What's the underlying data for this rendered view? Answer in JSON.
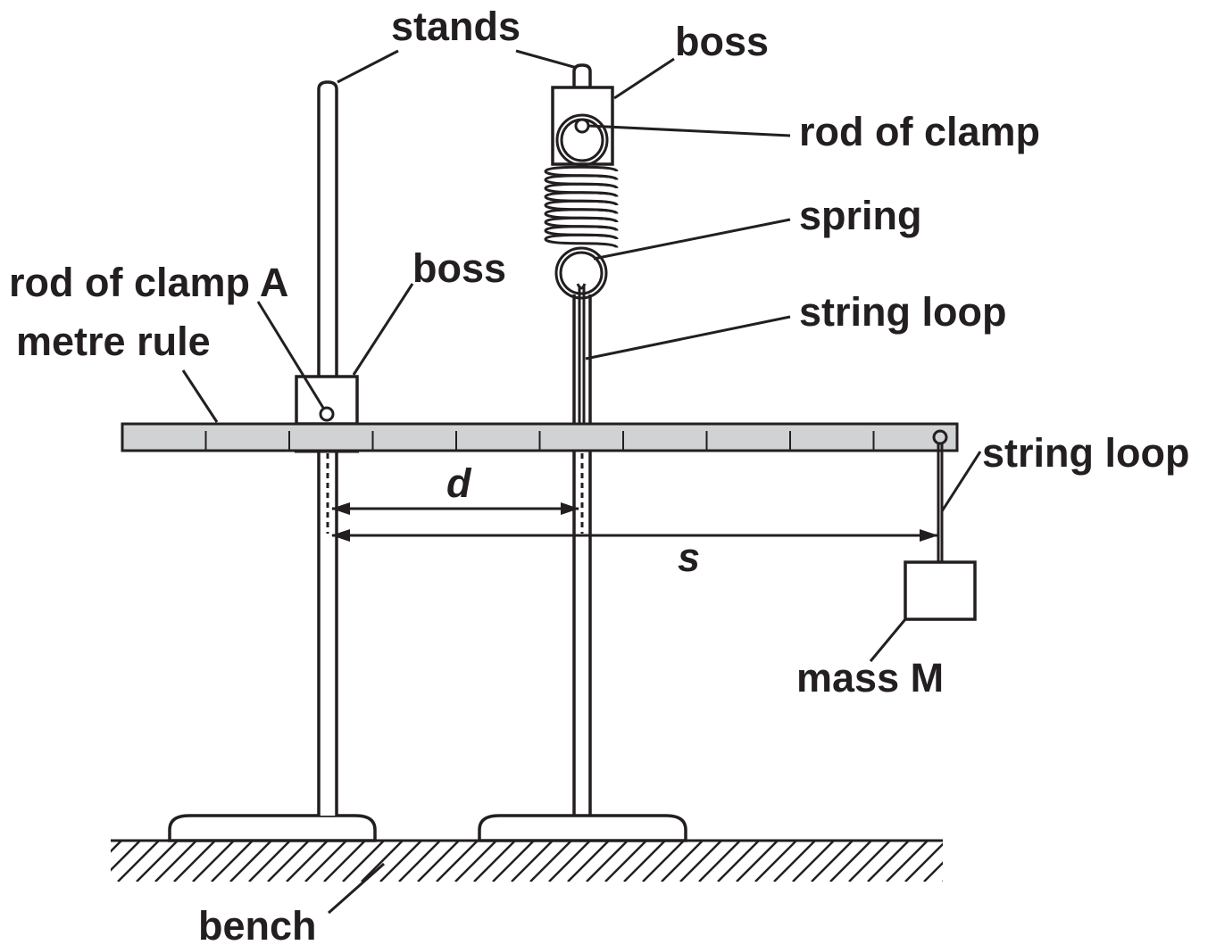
{
  "labels": {
    "stands": "stands",
    "boss_top": "boss",
    "rod_of_clamp": "rod of clamp",
    "spring": "spring",
    "string_loop_upper": "string loop",
    "rod_of_clamp_a": "rod of clamp A",
    "boss_left": "boss",
    "metre_rule": "metre rule",
    "d": "d",
    "string_loop_right": "string loop",
    "s": "s",
    "mass_m": "mass M",
    "bench": "bench"
  },
  "colors": {
    "ink": "#231f20",
    "rule_fill": "#d1d2d4",
    "background": "#ffffff"
  }
}
